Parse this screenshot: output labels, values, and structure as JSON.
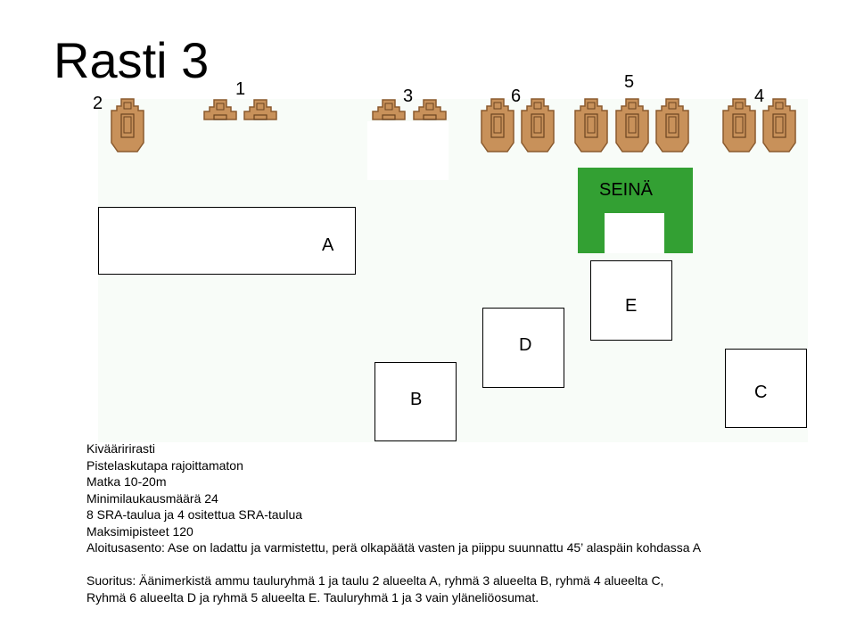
{
  "title": "Rasti 3",
  "colors": {
    "target_fill": "#c8915a",
    "target_stroke": "#8a5a2e",
    "wall": "#33a033",
    "ground": "#f8fcf8"
  },
  "target_groups": [
    {
      "label": "2"
    },
    {
      "label": "1"
    },
    {
      "label": "3"
    },
    {
      "label": "6"
    },
    {
      "label": "5"
    },
    {
      "label": "4"
    }
  ],
  "wall": {
    "label": "SEINÄ"
  },
  "areas": {
    "a": "A",
    "b": "B",
    "c": "C",
    "d": "D",
    "e": "E"
  },
  "info": {
    "lines": [
      "Kivääririrasti",
      "Pistelaskutapa rajoittamaton",
      "Matka 10-20m",
      "Minimilaukausmäärä 24",
      "8 SRA-taulua ja 4 ositettua SRA-taulua",
      "Maksimipisteet 120",
      "Aloitusasento: Ase on ladattu ja varmistettu, perä olkapäätä vasten ja piippu suunnattu 45’ alaspäin kohdassa A",
      "",
      "Suoritus: Äänimerkistä ammu tauluryhmä 1 ja taulu 2 alueelta A, ryhmä 3 alueelta B, ryhmä 4 alueelta C,",
      "Ryhmä 6 alueelta D ja ryhmä 5 alueelta E. Tauluryhmä 1 ja 3 vain yläneliöosumat."
    ]
  }
}
